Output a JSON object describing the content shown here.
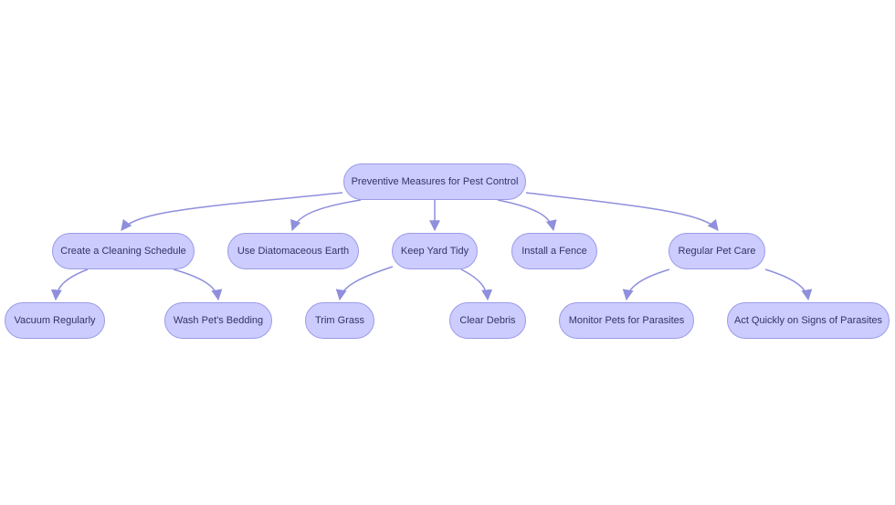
{
  "diagram": {
    "nodes": [
      {
        "id": "root",
        "label": "Preventive Measures for Pest Control"
      },
      {
        "id": "cleaning",
        "label": "Create a Cleaning Schedule"
      },
      {
        "id": "diatom",
        "label": "Use Diatomaceous Earth"
      },
      {
        "id": "yard",
        "label": "Keep Yard Tidy"
      },
      {
        "id": "fence",
        "label": "Install a Fence"
      },
      {
        "id": "petcare",
        "label": "Regular Pet Care"
      },
      {
        "id": "vacuum",
        "label": "Vacuum Regularly"
      },
      {
        "id": "bedding",
        "label": "Wash Pet's Bedding"
      },
      {
        "id": "grass",
        "label": "Trim Grass"
      },
      {
        "id": "debris",
        "label": "Clear Debris"
      },
      {
        "id": "monitor",
        "label": "Monitor Pets for Parasites"
      },
      {
        "id": "act",
        "label": "Act Quickly on Signs of Parasites"
      }
    ],
    "edges": [
      {
        "from": "root",
        "to": "cleaning"
      },
      {
        "from": "root",
        "to": "diatom"
      },
      {
        "from": "root",
        "to": "yard"
      },
      {
        "from": "root",
        "to": "fence"
      },
      {
        "from": "root",
        "to": "petcare"
      },
      {
        "from": "cleaning",
        "to": "vacuum"
      },
      {
        "from": "cleaning",
        "to": "bedding"
      },
      {
        "from": "yard",
        "to": "grass"
      },
      {
        "from": "yard",
        "to": "debris"
      },
      {
        "from": "petcare",
        "to": "monitor"
      },
      {
        "from": "petcare",
        "to": "act"
      }
    ],
    "colors": {
      "node_fill": "#ccccff",
      "node_border": "#9b9be6",
      "edge": "#8f8fdd",
      "text": "#333366"
    }
  }
}
